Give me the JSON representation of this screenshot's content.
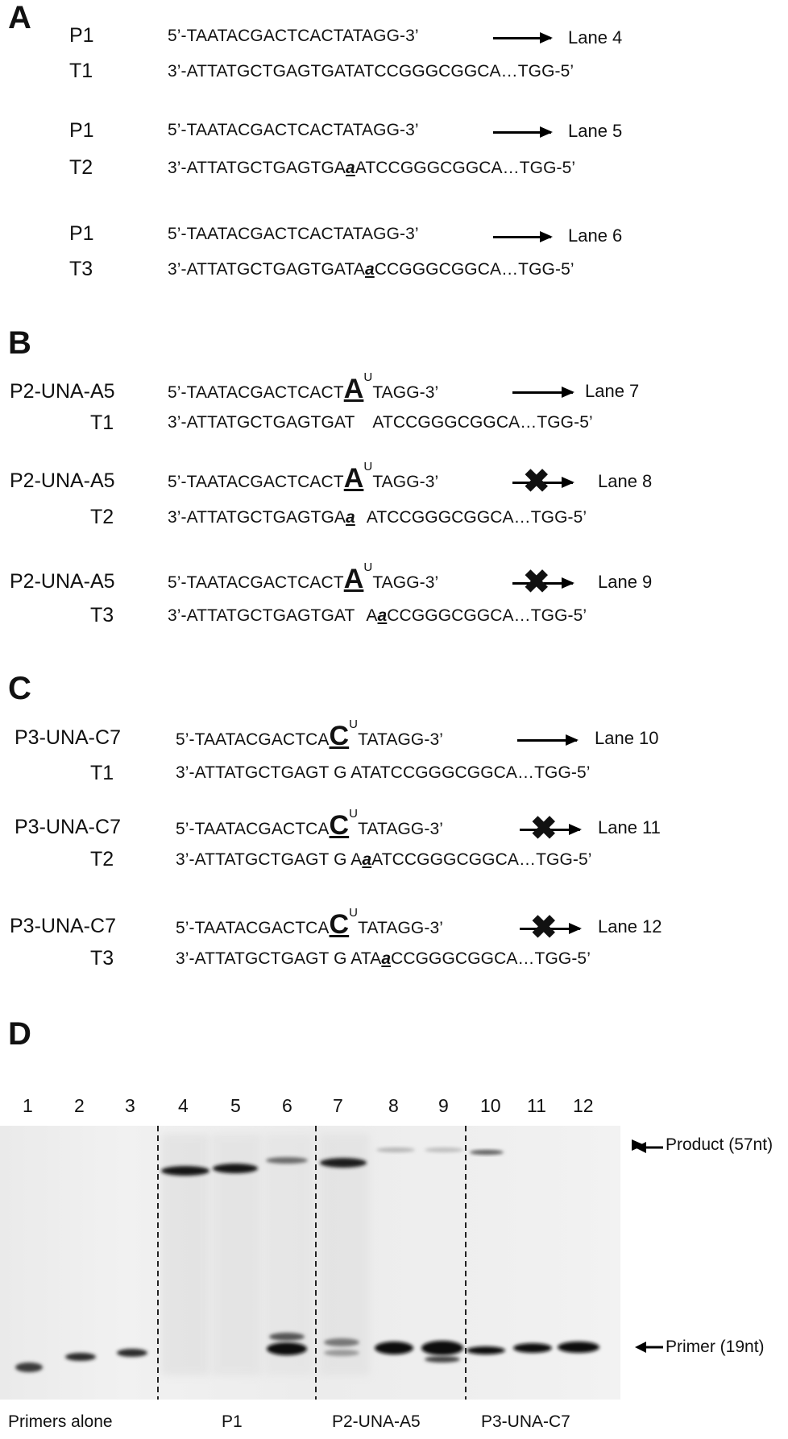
{
  "panels": {
    "A": {
      "letter": "A",
      "rows": [
        {
          "primer": "P1",
          "primer_seq": "5’-TAATACGACTCACTATAGG-3’",
          "template": "T1",
          "template_seq": "3’-ATTATGCTGAGTGATATCCGGGCGGCA…TGG-5’",
          "lane": "Lane 4",
          "blocked": false
        },
        {
          "primer": "P1",
          "primer_seq": "5’-TAATACGACTCACTATAGG-3’",
          "template": "T2",
          "template_pre": "3’-ATTATGCTGAGTGA",
          "template_mut": "a",
          "template_post": "ATCCGGGCGGCA…TGG-5’",
          "lane": "Lane 5",
          "blocked": false
        },
        {
          "primer": "P1",
          "primer_seq": "5’-TAATACGACTCACTATAGG-3’",
          "template": "T3",
          "template_pre": "3’-ATTATGCTGAGTGATA",
          "template_mut": "a",
          "template_post": "CCGGGCGGCA…TGG-5’",
          "lane": "Lane 6",
          "blocked": false
        }
      ]
    },
    "B": {
      "letter": "B",
      "primer_pre": "5’-TAATACGACTCACT",
      "primer_una": "A",
      "primer_sup": "U",
      "primer_post": "TAGG-3’",
      "rows": [
        {
          "primer": "P2-UNA-A5",
          "template": "T1",
          "template_pre": "3’-ATTATGCTGAGTGAT",
          "template_mut": "",
          "template_post": "ATCCGGGCGGCA…TGG-5’",
          "lane": "Lane 7",
          "blocked": false
        },
        {
          "primer": "P2-UNA-A5",
          "template": "T2",
          "template_pre": "3’-ATTATGCTGAGTGA",
          "template_mut": "a",
          "template_post": "ATCCGGGCGGCA…TGG-5’",
          "lane": "Lane 8",
          "blocked": true
        },
        {
          "primer": "P2-UNA-A5",
          "template": "T3",
          "template_pre": "3’-ATTATGCTGAGTGAT",
          "template_mut": "",
          "template_post": "A",
          "template_mut2": "a",
          "template_post2": "CCGGGCGGCA…TGG-5’",
          "lane": "Lane 9",
          "blocked": true
        }
      ]
    },
    "C": {
      "letter": "C",
      "primer_pre": "5’-TAATACGACTCA",
      "primer_una": "C",
      "primer_sup": "U",
      "primer_post": "TATAGG-3’",
      "rows": [
        {
          "primer": "P3-UNA-C7",
          "template": "T1",
          "template_pre": "3’-ATTATGCTGAGT",
          "template_g": "G",
          "template_post": "ATATCCGGGCGGCA…TGG-5’",
          "lane": "Lane 10",
          "blocked": false
        },
        {
          "primer": "P3-UNA-C7",
          "template": "T2",
          "template_pre": "3’-ATTATGCTGAGT",
          "template_g": "G",
          "template_post_a": "A",
          "template_mut": "a",
          "template_post": "ATCCGGGCGGCA…TGG-5’",
          "lane": "Lane 11",
          "blocked": true
        },
        {
          "primer": "P3-UNA-C7",
          "template": "T3",
          "template_pre": "3’-ATTATGCTGAGT",
          "template_g": "G",
          "template_post_a": "ATA",
          "template_mut": "a",
          "template_post": "CCGGGCGGCA…TGG-5’",
          "lane": "Lane 12",
          "blocked": true
        }
      ]
    },
    "D": {
      "letter": "D",
      "lane_numbers": [
        "1",
        "2",
        "3",
        "4",
        "5",
        "6",
        "7",
        "8",
        "9",
        "10",
        "11",
        "12"
      ],
      "group_labels": [
        "Primers alone",
        "P1",
        "P2-UNA-A5",
        "P3-UNA-C7"
      ],
      "product_label": "Product (57nt)",
      "primer_label": "Primer (19nt)",
      "colors": {
        "band": "#111111",
        "gel_bg": "#ededed",
        "gel_bg_mid": "#f2f2f2"
      }
    }
  }
}
